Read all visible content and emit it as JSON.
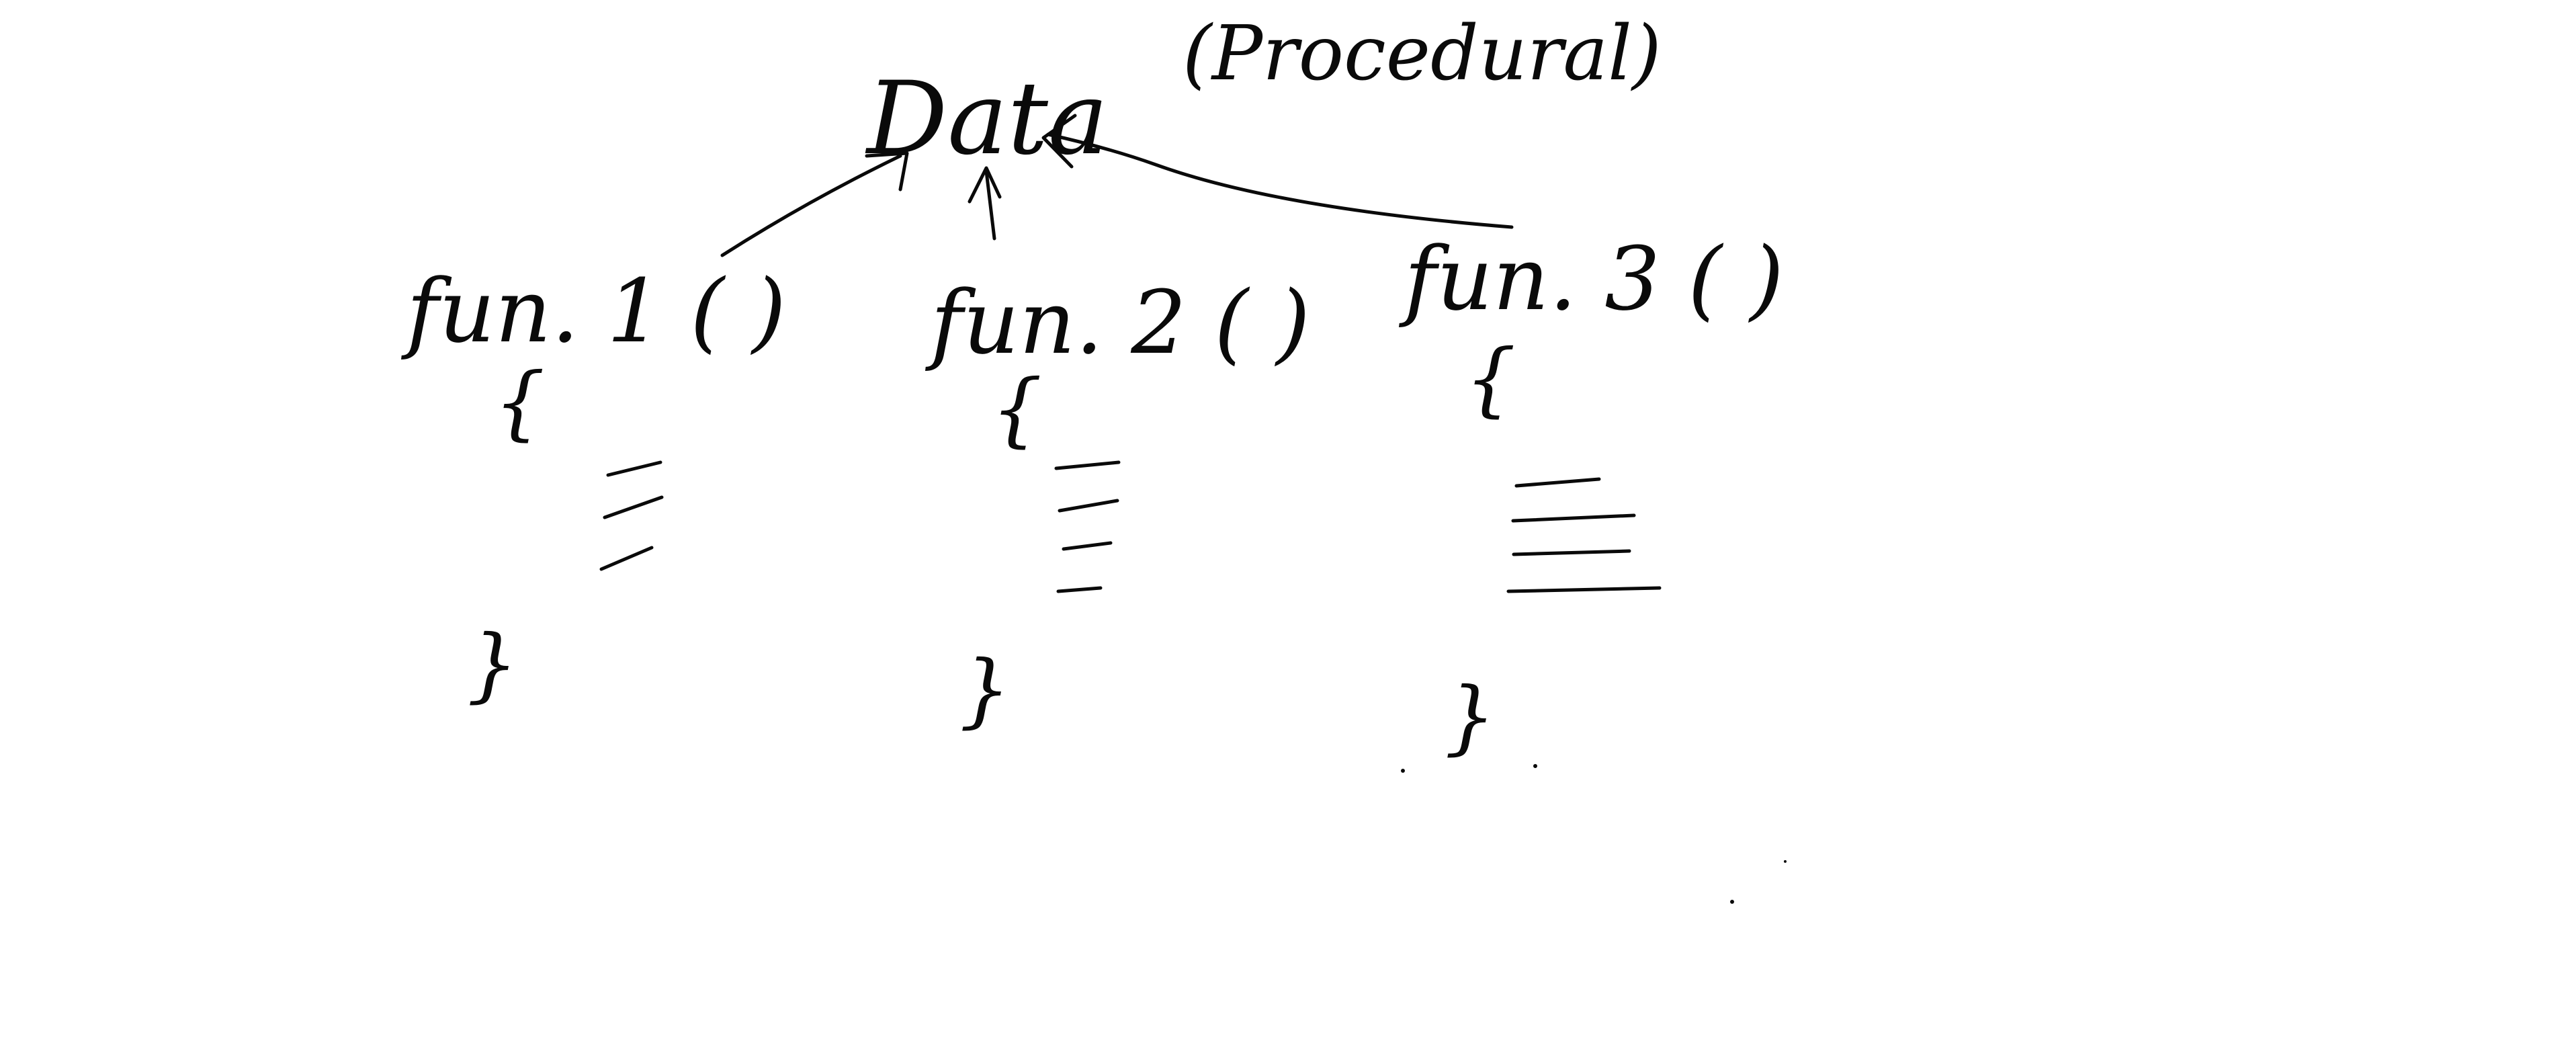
{
  "diagram": {
    "title": "(Procedural)",
    "center_node": "Data",
    "functions": [
      {
        "name": "fun. 1 ( )",
        "open_brace": "{",
        "close_brace": "}"
      },
      {
        "name": "fun. 2 ( )",
        "open_brace": "{",
        "close_brace": "}"
      },
      {
        "name": "fun. 3 ( )",
        "open_brace": "{",
        "close_brace": "}"
      }
    ]
  },
  "colors": {
    "ink": "#0a0a0a",
    "background": "#ffffff"
  }
}
